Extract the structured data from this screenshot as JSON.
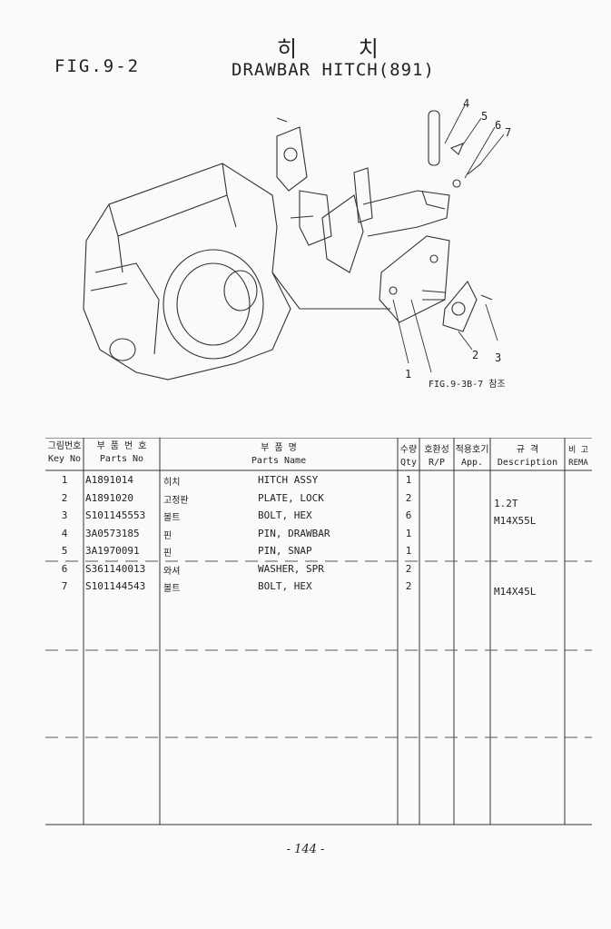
{
  "header": {
    "title_korean": "히 치",
    "figure_label": "FIG.9-2",
    "title_english": "DRAWBAR HITCH(891)"
  },
  "drawing": {
    "callouts": [
      "1",
      "2",
      "3",
      "4",
      "5",
      "6",
      "7"
    ],
    "reference_note": "FIG.9-3B-7 참조"
  },
  "table": {
    "headers": {
      "key_kr": "그림번호",
      "key_en": "Key No",
      "partno_kr": "부 품 번 호",
      "partno_en": "Parts No",
      "name_kr": "부  품  명",
      "name_en": "Parts Name",
      "qty_kr": "수량",
      "qty_en": "Qty",
      "rp_kr": "호환성",
      "rp_en": "R/P",
      "app_kr": "적용호기",
      "app_en": "App.",
      "desc_kr": "규   격",
      "desc_en": "Description",
      "rema_kr": "비 고",
      "rema_en": "REMA"
    },
    "rows": [
      {
        "key": "1",
        "part_no": "A1891014",
        "name_kr": "히치",
        "name_en": "HITCH ASSY",
        "qty": "1",
        "desc": ""
      },
      {
        "key": "2",
        "part_no": "A1891020",
        "name_kr": "고정판",
        "name_en": "PLATE, LOCK",
        "qty": "2",
        "desc": "1.2T"
      },
      {
        "key": "3",
        "part_no": "S101145553",
        "name_kr": "볼트",
        "name_en": "BOLT, HEX",
        "qty": "6",
        "desc": "M14X55L"
      },
      {
        "key": "4",
        "part_no": "3A0573185",
        "name_kr": "핀",
        "name_en": "PIN, DRAWBAR",
        "qty": "1",
        "desc": ""
      },
      {
        "key": "5",
        "part_no": "3A1970091",
        "name_kr": "핀",
        "name_en": "PIN, SNAP",
        "qty": "1",
        "desc": ""
      },
      {
        "key": "6",
        "part_no": "S361140013",
        "name_kr": "와셔",
        "name_en": "WASHER, SPR",
        "qty": "2",
        "desc": ""
      },
      {
        "key": "7",
        "part_no": "S101144543",
        "name_kr": "볼트",
        "name_en": "BOLT, HEX",
        "qty": "2",
        "desc": "M14X45L"
      }
    ]
  },
  "footer": {
    "page_number": "- 144 -"
  }
}
